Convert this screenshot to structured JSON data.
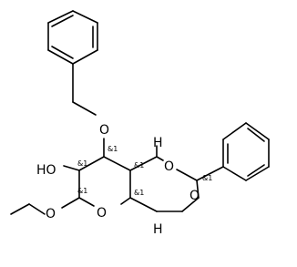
{
  "structure": {
    "atoms": {
      "o_benzyl": "O",
      "o_hydroxyl": "HO",
      "o_methoxy": "O",
      "o_ring_pyranose": "O",
      "o_ring_top": "O",
      "o_ring_right": "O",
      "h_top": "H",
      "h_bottom": "H"
    },
    "stereo_marks": {
      "c3": "&1",
      "c2": "&1",
      "c1": "&1",
      "c4": "&1",
      "c5": "&1",
      "acetal": "&1"
    }
  }
}
